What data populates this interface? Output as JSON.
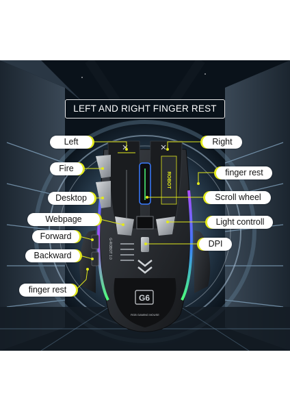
{
  "title": "LEFT AND RIGHT FINGER REST",
  "labels": {
    "left": "Left",
    "fire": "Fire",
    "desktop": "Desktop",
    "webpage": "Webpage",
    "forward": "Forward",
    "backward": "Backward",
    "finger_rest_left": "finger rest",
    "right": "Right",
    "finger_rest_right": "finger rest",
    "scroll_wheel": "Scroll wheel",
    "light_control": "Light controll",
    "dpi": "DPI"
  },
  "mouse_text": {
    "model": "G6",
    "brand_top": "ROBOT",
    "side_text": "G-ROBOT 1.0",
    "bottom_text": "RGB GAMING MOUSE"
  },
  "colors": {
    "accent": "#e3ea1c",
    "rgb_blue": "#3a7bff",
    "rgb_green": "#4dff7a",
    "rgb_purple": "#b04dff"
  }
}
